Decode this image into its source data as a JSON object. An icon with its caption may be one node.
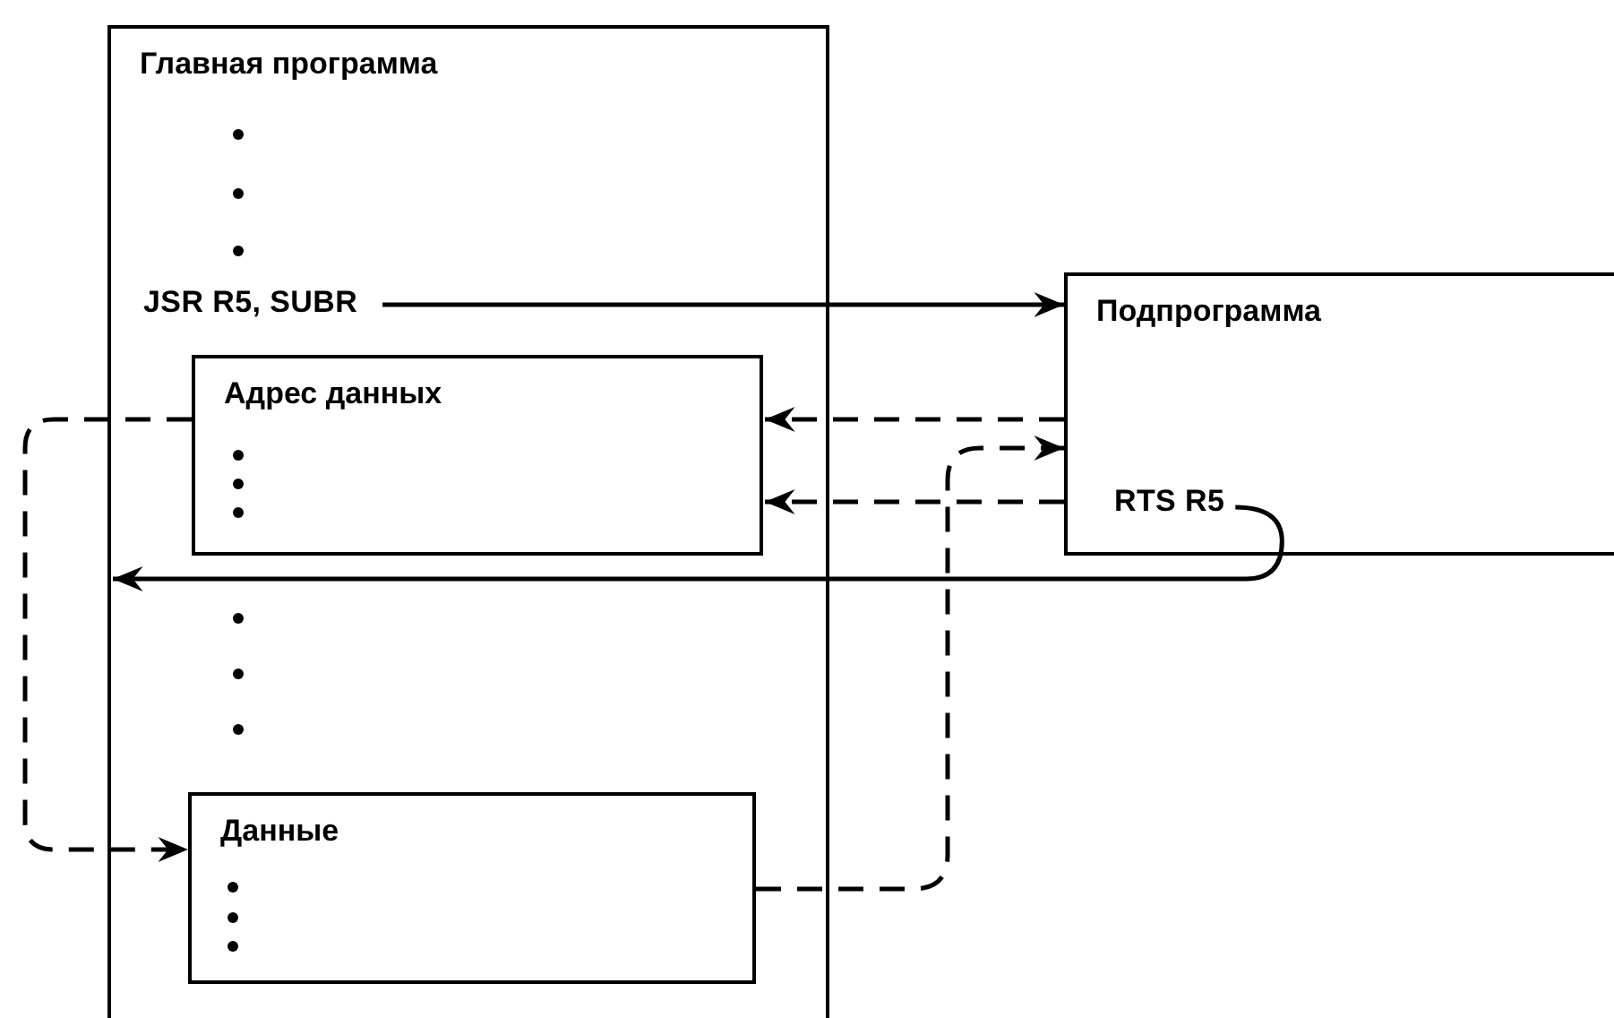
{
  "diagram": {
    "nodes": [
      {
        "text": [
          "Главная программа"
        ]
      },
      {
        "text": [
          "JSR R5, SUBR"
        ],
        "in": 0
      },
      {
        "text": [
          "Адрес данных"
        ],
        "in": 0
      },
      {
        "text": [
          "Данные"
        ],
        "in": 0
      },
      {
        "text": [
          "Подпрограмма"
        ]
      },
      {
        "text": [
          "RTS R5"
        ],
        "in": 4
      }
    ],
    "edges": [
      {
        "from": 1,
        "to": 4,
        "arrow": "to"
      },
      {
        "from": 4,
        "to": 2,
        "arrow": "to",
        "style": "dashed"
      },
      {
        "from": 4,
        "to": 2,
        "arrow": "to",
        "style": "dashed"
      },
      {
        "from": 2,
        "to": 3,
        "arrow": "to",
        "style": "dashed"
      },
      {
        "from": 3,
        "to": 4,
        "arrow": "to",
        "style": "dashed"
      },
      {
        "from": 5,
        "to": 0,
        "arrow": "to"
      }
    ]
  }
}
